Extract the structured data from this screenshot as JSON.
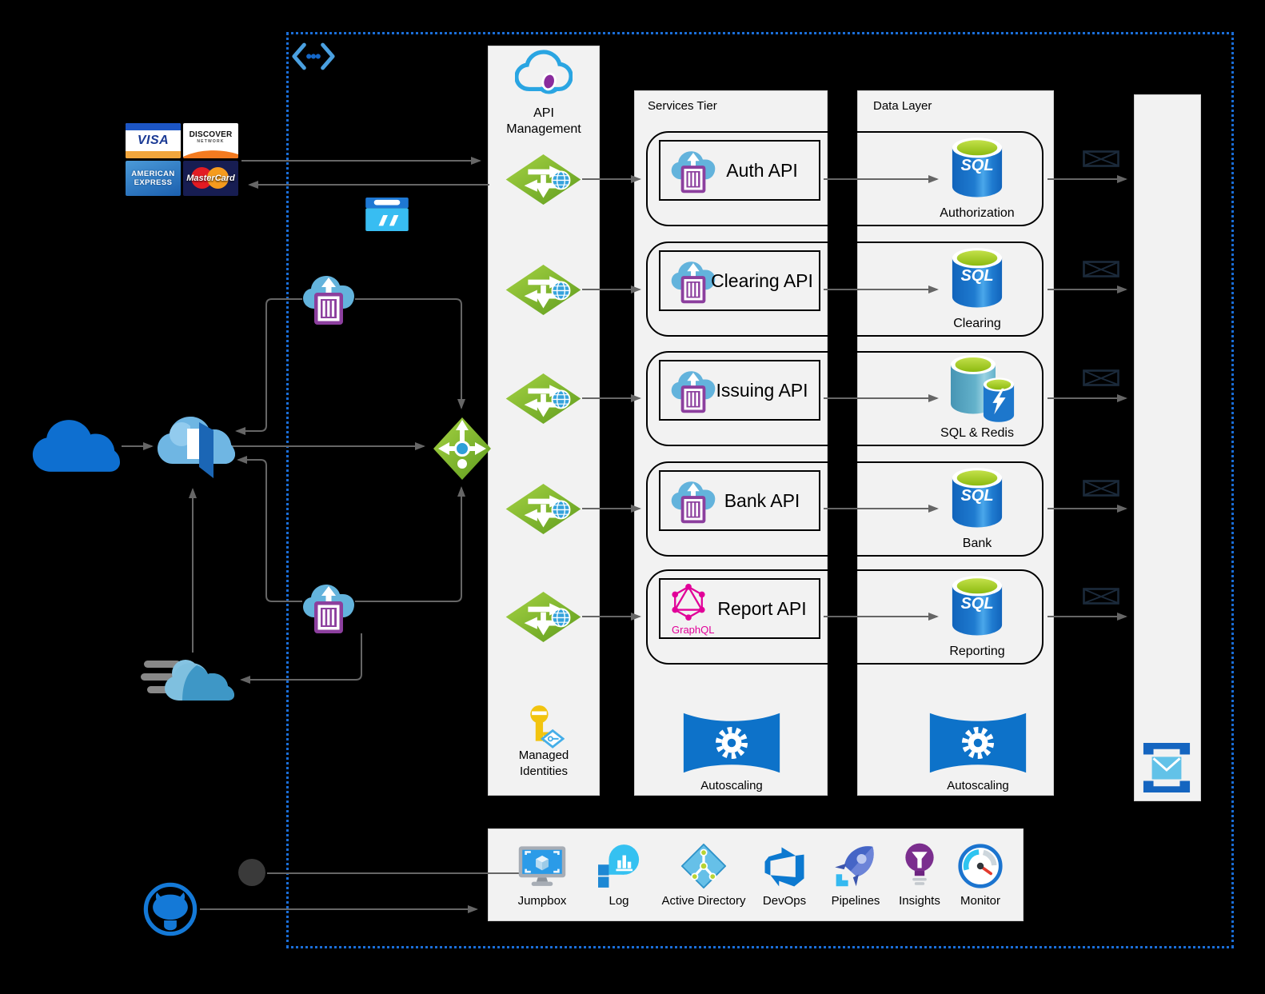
{
  "colors": {
    "background": "#000000",
    "boundary_blue": "#1a6ed8",
    "panel_fill": "#f2f2f2",
    "wire_gray": "#666666",
    "apim_green": "#76b106",
    "sql_blue": "#1f7bd0",
    "lime_top": "#a0c836",
    "container_purple": "#8c3f9e",
    "graphql_pink": "#e10098",
    "envelope_navy": "#1b2a3b",
    "azure_blue": "#0d72c9"
  },
  "external": {
    "cards": {
      "visa": "VISA",
      "discover": "DISCOVER",
      "discover_sub": "NETWORK",
      "amex_line1": "AMERICAN",
      "amex_line2": "EXPRESS",
      "mastercard": "MasterCard"
    }
  },
  "api_management": {
    "title_line1": "API",
    "title_line2": "Management",
    "managed_identities_line1": "Managed",
    "managed_identities_line2": "Identities"
  },
  "services_tier": {
    "title": "Services Tier",
    "autoscaling_label": "Autoscaling",
    "graphql_label": "GraphQL",
    "apis": [
      {
        "label": "Auth API"
      },
      {
        "label": "Clearing API"
      },
      {
        "label": "Issuing API"
      },
      {
        "label": "Bank API"
      },
      {
        "label": "Report API"
      }
    ]
  },
  "data_layer": {
    "title": "Data Layer",
    "autoscaling_label": "Autoscaling",
    "sql_label": "SQL",
    "stores": [
      {
        "label": "Authorization"
      },
      {
        "label": "Clearing"
      },
      {
        "label": "SQL & Redis"
      },
      {
        "label": "Bank"
      },
      {
        "label": "Reporting"
      }
    ]
  },
  "devops_toolbar": {
    "items": [
      "Jumpbox",
      "Log",
      "Active Directory",
      "DevOps",
      "Pipelines",
      "Insights",
      "Monitor"
    ]
  }
}
